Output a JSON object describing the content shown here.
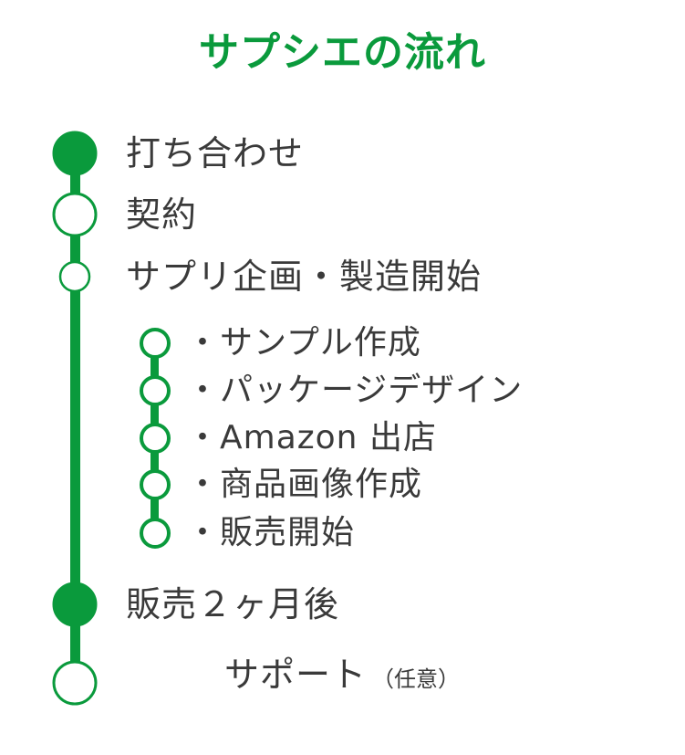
{
  "title": "サプシエの流れ",
  "colors": {
    "accent": "#0a9a3c",
    "text": "#3a3a3a",
    "background": "#ffffff"
  },
  "steps": [
    {
      "label": "打ち合わせ",
      "marker": "filled"
    },
    {
      "label": "契約",
      "marker": "outline"
    },
    {
      "label": "サプリ企画・製造開始",
      "marker": "outline"
    }
  ],
  "substeps": [
    {
      "label": "・サンプル作成",
      "marker": "outline"
    },
    {
      "label": "・パッケージデザイン",
      "marker": "outline"
    },
    {
      "label": "・Amazon 出店",
      "marker": "outline"
    },
    {
      "label": "・商品画像作成",
      "marker": "outline"
    },
    {
      "label": "・販売開始",
      "marker": "outline"
    }
  ],
  "after_steps": [
    {
      "label": "販売２ヶ月後",
      "marker": "filled"
    }
  ],
  "final_step": {
    "label": "サポート",
    "note": "（任意）",
    "marker": "outline"
  }
}
